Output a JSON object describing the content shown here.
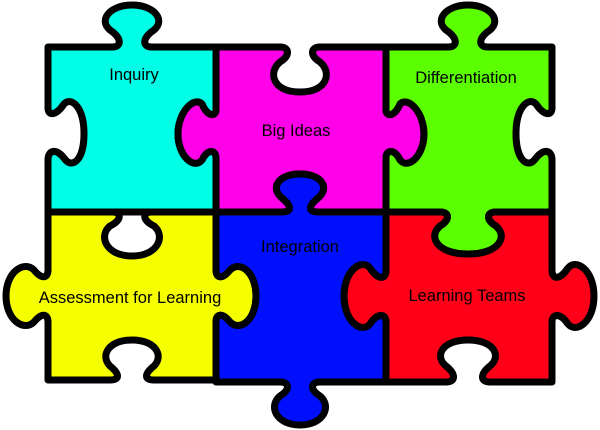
{
  "diagram": {
    "type": "jigsaw-puzzle",
    "pieces": [
      {
        "id": "inquiry",
        "label": "Inquiry",
        "color": "#00ffe6",
        "row": 0,
        "col": 0
      },
      {
        "id": "big-ideas",
        "label": "Big Ideas",
        "color": "#ff00e8",
        "row": 0,
        "col": 1
      },
      {
        "id": "differentiation",
        "label": "Differentiation",
        "color": "#5cff00",
        "row": 0,
        "col": 2
      },
      {
        "id": "assessment",
        "label": "Assessment for Learning",
        "color": "#f6ff00",
        "row": 1,
        "col": 0
      },
      {
        "id": "integration",
        "label": "Integration",
        "color": "#0010ff",
        "row": 1,
        "col": 1
      },
      {
        "id": "learning-teams",
        "label": "Learning Teams",
        "color": "#ff0018",
        "row": 1,
        "col": 2
      }
    ],
    "outline_color": "#000000"
  }
}
